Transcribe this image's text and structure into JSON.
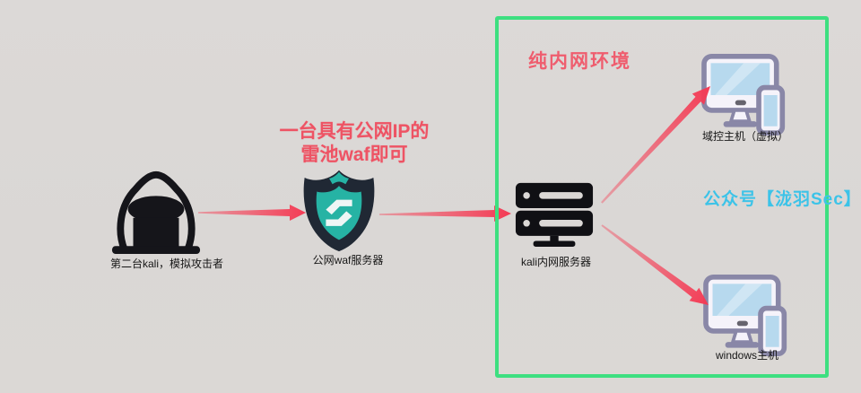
{
  "diagram": {
    "attacker": {
      "label": "第二台kali，模拟攻击者",
      "icon": "hacker-laptop-icon"
    },
    "waf": {
      "label": "公网waf服务器",
      "icon": "safeline-shield-icon",
      "note_line1": "一台具有公网IP的",
      "note_line2": "雷池waf即可"
    },
    "intranet": {
      "title": "纯内网环境",
      "server_label": "kali内网服务器",
      "server_icon": "server-rack-icon",
      "domain_host_label": "域控主机（虚拟）",
      "windows_host_label": "windows主机",
      "host_icon": "desktop-with-phone-icon",
      "brand_text": "公众号【泷羽Sec】"
    },
    "connections": [
      {
        "from": "attacker",
        "to": "waf"
      },
      {
        "from": "waf",
        "to": "kali-server"
      },
      {
        "from": "kali-server",
        "to": "domain-host"
      },
      {
        "from": "kali-server",
        "to": "windows-host"
      }
    ]
  },
  "colors": {
    "background": "#dbd8d6",
    "arrow_red": "#f4485c",
    "annotation_red": "#ee5364",
    "boundary_green": "#3ddf80",
    "brand_cyan": "#3cc3e8",
    "shield_dark": "#202834",
    "shield_teal": "#26b3a4",
    "icon_black": "#15151a",
    "host_border_purple": "#8987a7",
    "host_screen_blue": "#b7d9ee",
    "label_text": "#161616"
  }
}
